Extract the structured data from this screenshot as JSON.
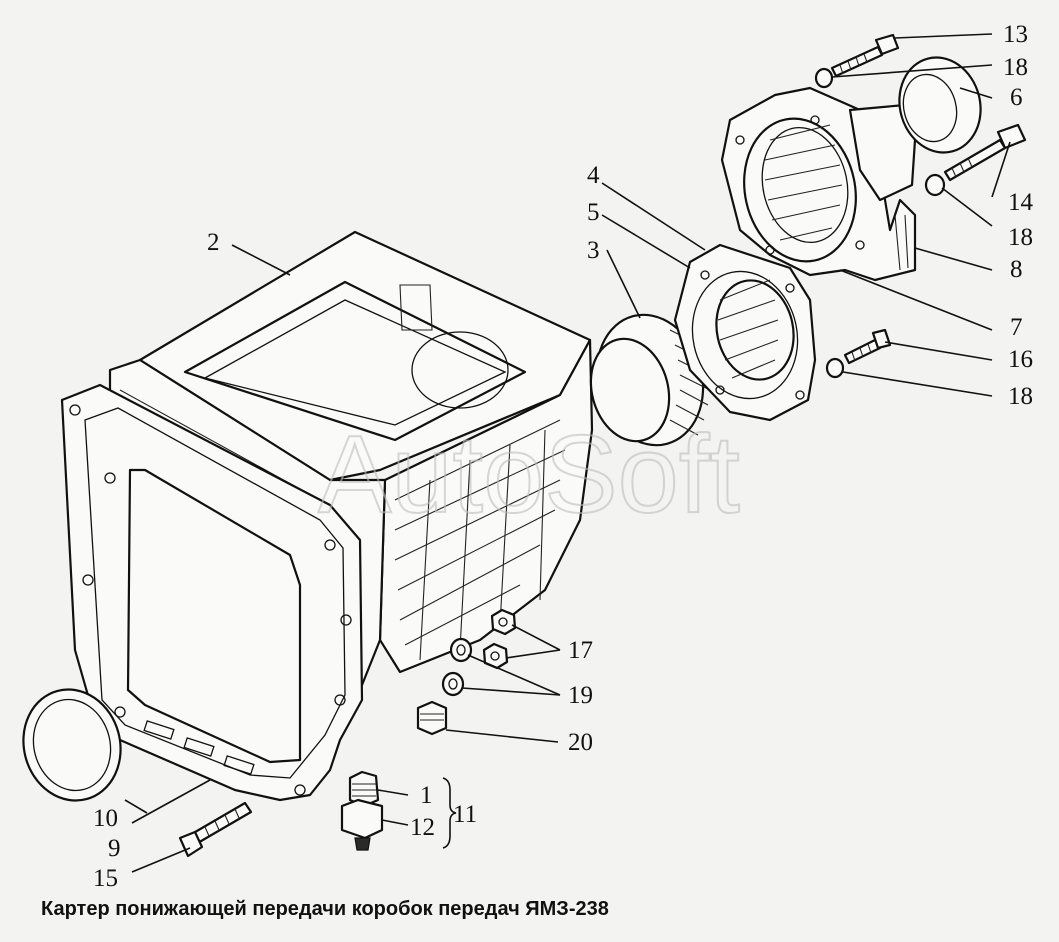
{
  "diagram": {
    "caption": "Картер понижающей передачи коробок передач ЯМЗ-238",
    "watermark": "AutoSoft",
    "callouts": {
      "c1": "1",
      "c2": "2",
      "c3": "3",
      "c4": "4",
      "c5": "5",
      "c6": "6",
      "c7": "7",
      "c8": "8",
      "c9": "9",
      "c10": "10",
      "c11": "11",
      "c12": "12",
      "c13": "13",
      "c14": "14",
      "c15": "15",
      "c16": "16",
      "c17": "17",
      "c18a": "18",
      "c18b": "18",
      "c18c": "18",
      "c19": "19",
      "c20": "20"
    }
  }
}
